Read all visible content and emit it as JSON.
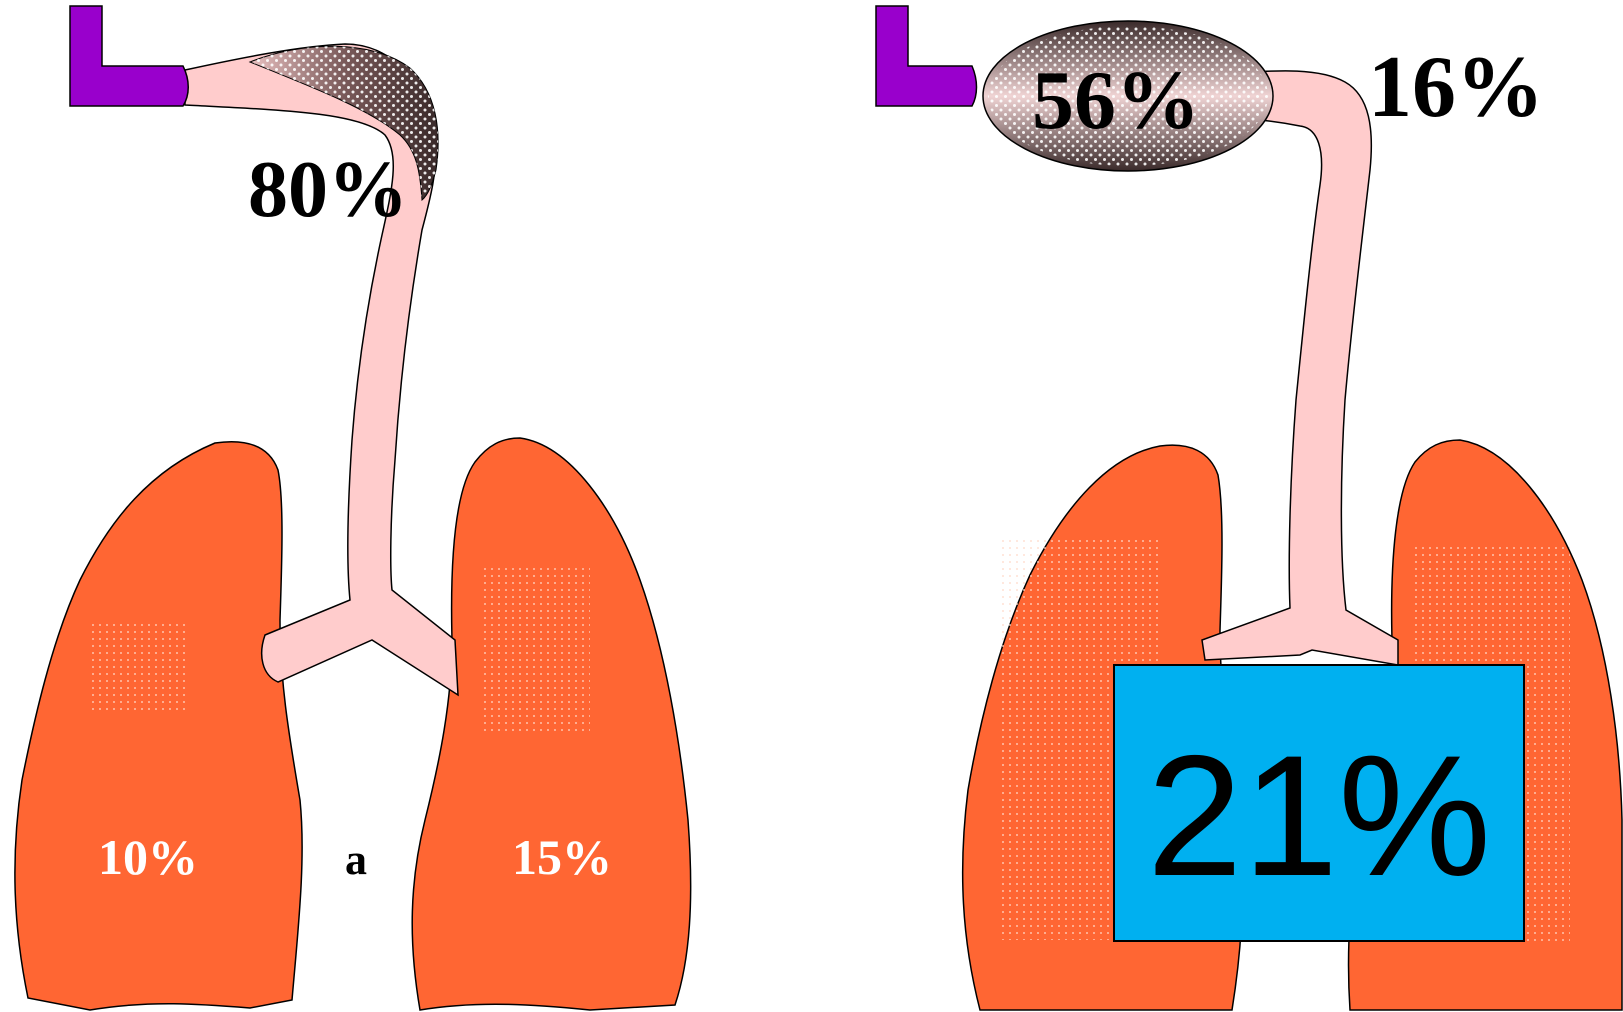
{
  "colors": {
    "lung": "#ff6633",
    "airway": "#ffcccc",
    "mouthpiece": "#9900cc",
    "box": "#00b0f0",
    "deposit_dark": "#5a4040"
  },
  "left_diagram": {
    "deposit_percent": "80%",
    "left_lung_percent": "10%",
    "right_lung_percent": "15%",
    "panel_letter": "a"
  },
  "right_diagram": {
    "spacer_percent": "56%",
    "exhaled_percent": "16%",
    "lung_percent": "21%"
  }
}
